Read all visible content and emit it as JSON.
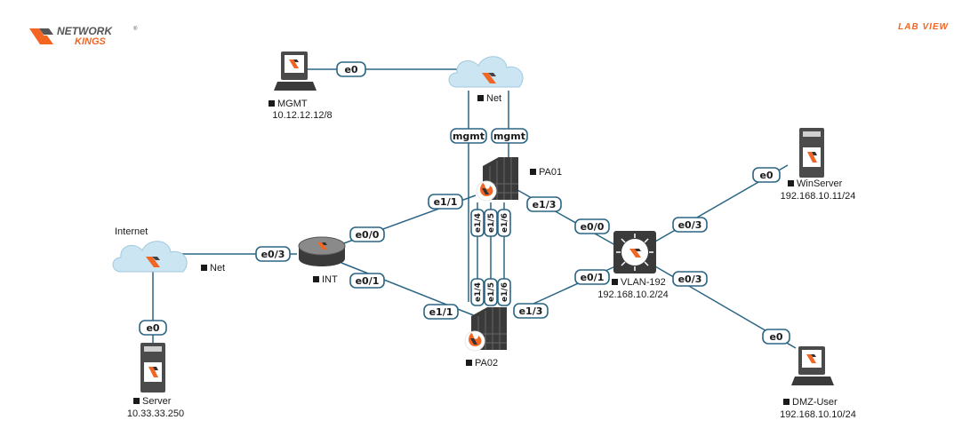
{
  "brand": {
    "logo_line1": "NETWORK",
    "logo_line2": "KINGS",
    "trademark": "®",
    "corner_label": "LAB VIEW",
    "colors": {
      "orange": "#f26522",
      "dark": "#555555",
      "link": "#2b6584",
      "cloud": "#cbe5f2"
    }
  },
  "nodes": {
    "mgmt": {
      "name": "MGMT",
      "ip": "10.12.12.12/8",
      "icon": "workstation-icon"
    },
    "net_top": {
      "name": "Net",
      "icon": "cloud-icon"
    },
    "pa01": {
      "name": "PA01",
      "icon": "firewall-icon"
    },
    "pa02": {
      "name": "PA02",
      "icon": "firewall-icon"
    },
    "internet": {
      "title": "Internet",
      "name": "Net",
      "icon": "cloud-icon"
    },
    "int": {
      "name": "INT",
      "icon": "router-icon"
    },
    "server": {
      "name": "Server",
      "ip": "10.33.33.250",
      "icon": "server-icon"
    },
    "vlan": {
      "name": "VLAN-192",
      "ip": "192.168.10.2/24",
      "icon": "switch-icon"
    },
    "winserver": {
      "name": "WinServer",
      "ip": "192.168.10.11/24",
      "icon": "server-icon"
    },
    "dmz": {
      "name": "DMZ-User",
      "ip": "192.168.10.10/24",
      "icon": "workstation-icon"
    }
  },
  "ports": {
    "mgmt_e0": "e0",
    "net_mgmt_a": "mgmt",
    "net_mgmt_b": "mgmt",
    "pa01_e11": "e1/1",
    "pa01_e13": "e1/3",
    "pa01_e14": "e1/4",
    "pa01_e15": "e1/5",
    "pa01_e16": "e1/6",
    "pa02_e11": "e1/1",
    "pa02_e13": "e1/3",
    "pa02_e14": "e1/4",
    "pa02_e15": "e1/5",
    "pa02_e16": "e1/6",
    "int_e00": "e0/0",
    "int_e01": "e0/1",
    "inet_e03": "e0/3",
    "server_e0": "e0",
    "vlan_e00": "e0/0",
    "vlan_e01": "e0/1",
    "vlan_e03a": "e0/3",
    "vlan_e03b": "e0/3",
    "win_e0": "e0",
    "dmz_e0": "e0"
  }
}
